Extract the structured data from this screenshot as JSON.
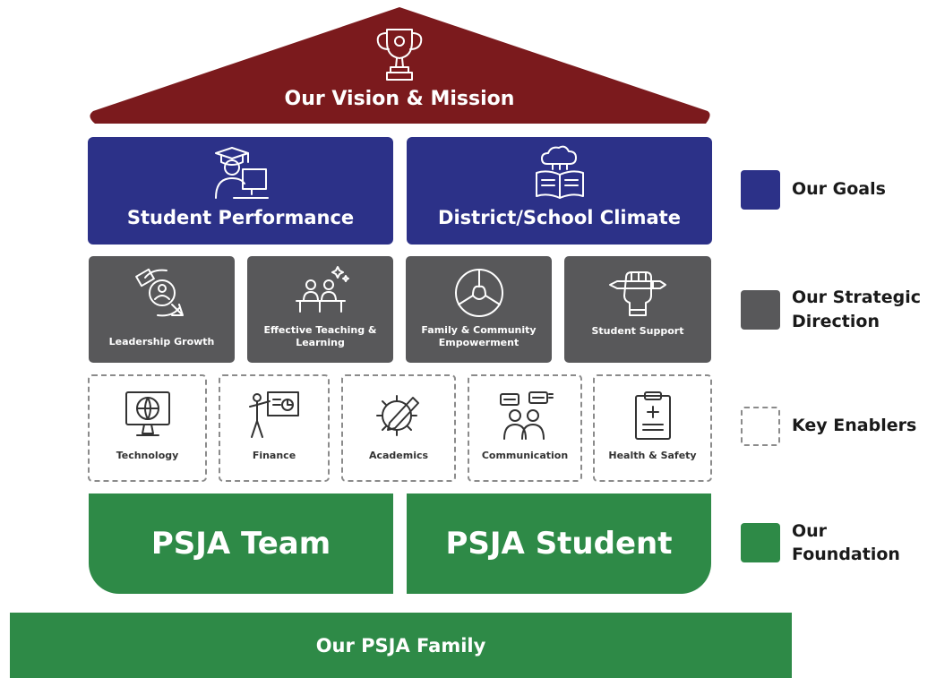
{
  "colors": {
    "vision": "#7b1a1d",
    "goals": "#2c3188",
    "strategic": "#58585a",
    "enabler_border": "#8b8b8b",
    "foundation": "#2e8a47"
  },
  "vision": {
    "title": "Our Vision & Mission",
    "icon": "trophy-icon"
  },
  "goals": [
    {
      "label": "Student Performance",
      "icon": "graduate-computer-icon"
    },
    {
      "label": "District/School Climate",
      "icon": "cloud-book-icon"
    }
  ],
  "strategic": [
    {
      "label": "Leadership Growth",
      "icon": "growth-cycle-icon"
    },
    {
      "label": "Effective Teaching & Learning",
      "icon": "classroom-icon"
    },
    {
      "label": "Family & Community Empowerment",
      "icon": "joined-hands-icon"
    },
    {
      "label": "Student Support",
      "icon": "hand-pencil-icon"
    }
  ],
  "enablers": [
    {
      "label": "Technology",
      "icon": "globe-monitor-icon"
    },
    {
      "label": "Finance",
      "icon": "presentation-icon"
    },
    {
      "label": "Academics",
      "icon": "gear-pencil-icon"
    },
    {
      "label": "Communication",
      "icon": "people-chat-icon"
    },
    {
      "label": "Health & Safety",
      "icon": "medical-clipboard-icon"
    }
  ],
  "foundation": {
    "team": "PSJA Team",
    "student": "PSJA Student",
    "family": "Our PSJA Family"
  },
  "legend": {
    "goals": "Our Goals",
    "strategic_line1": "Our Strategic",
    "strategic_line2": "Direction",
    "enablers": "Key Enablers",
    "foundation_line1": "Our",
    "foundation_line2": "Foundation"
  }
}
